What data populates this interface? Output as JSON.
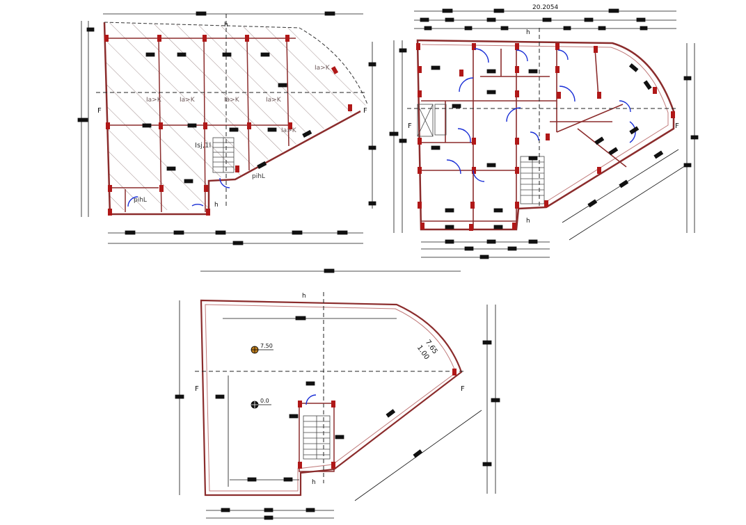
{
  "colors": {
    "wall": "#8b2c2c",
    "column": "#b01818",
    "door": "#1a2fd6",
    "dim": "#111111",
    "hatch": "#6e5a5a",
    "level_marker": "#c08020"
  },
  "plan1": {
    "hatch_labels": [
      "Ia>K",
      "Ia>K",
      "Ia>K",
      "Ia>K",
      "Ia>K"
    ],
    "corner_label": "Ia>K",
    "stair_label": "Isj,1l",
    "room_label_a": "pihL",
    "room_label_b": "pihL",
    "section_label_left": "F",
    "section_label_right": "F",
    "door_label": "h",
    "entry_label": "h"
  },
  "plan2": {
    "total_width": "20.2054",
    "top_h_label": "h",
    "bottom_h_label": "h",
    "section_label_left": "F",
    "section_label_right": "F"
  },
  "plan3": {
    "level_top": "7.50",
    "level_bottom": "0.0",
    "arc_dim_1": "7.65",
    "arc_dim_2": "1.00",
    "top_h_label": "h",
    "bottom_h_label": "h",
    "section_label_left": "F",
    "section_label_right": "F"
  }
}
